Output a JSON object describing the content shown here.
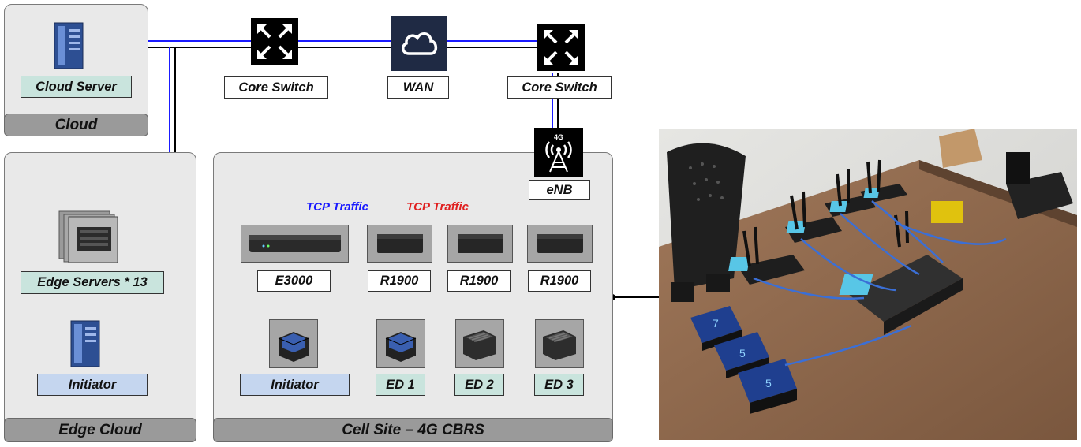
{
  "cloud": {
    "server_label": "Cloud Server",
    "footer": "Cloud"
  },
  "network": {
    "core_switch_left": "Core Switch",
    "wan": "WAN",
    "core_switch_right": "Core Switch",
    "enb": "eNB",
    "tower_badge": "4G"
  },
  "edge_cloud": {
    "edge_servers_label": "Edge Servers * 13",
    "initiator_label": "Initiator",
    "footer": "Edge Cloud"
  },
  "cell_site": {
    "tcp_traffic_blue": "TCP Traffic",
    "tcp_traffic_red": "TCP Traffic",
    "routers": [
      "E3000",
      "R1900",
      "R1900",
      "R1900"
    ],
    "devices": [
      "Initiator",
      "ED 1",
      "ED 2",
      "ED 3"
    ],
    "footer": "Cell Site  –  4G CBRS"
  },
  "colors": {
    "blue_link": "#1a1aff",
    "red_link": "#e02020",
    "panel": "#e9e9e9",
    "footer": "#9a9a9a",
    "teal_label": "#c9e4dd",
    "blue_label": "#c5d6ef",
    "switch": "#000000",
    "wan": "#1f2a44"
  },
  "photo": {
    "device_label_1": "7",
    "device_label_2": "5",
    "device_label_3": "5"
  }
}
